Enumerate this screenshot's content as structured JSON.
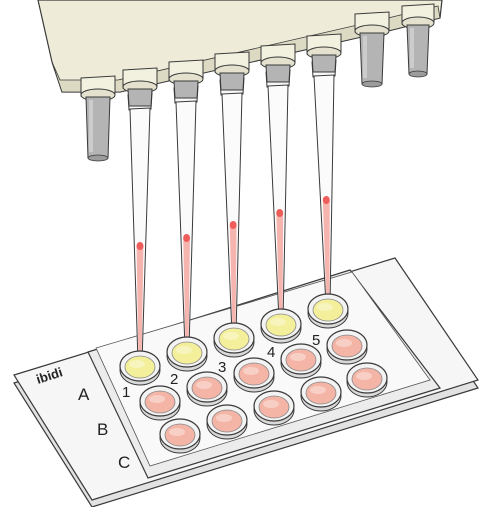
{
  "brand": "ibidi",
  "row_labels": [
    "A",
    "B",
    "C"
  ],
  "well_numbers": [
    "1",
    "2",
    "3",
    "4",
    "5"
  ],
  "colors": {
    "pipette_body": "#eeecd8",
    "pipette_shadow": "#cfcdb8",
    "nozzle": "#b4b4b4",
    "tip_fill": "#f4a7a0",
    "liquid": "#ee5d5a",
    "yellow_well": "#f4ef9a",
    "pink_well": "#f4b5a6",
    "slide": "#f5f5f5",
    "outline": "#3a3a3a"
  }
}
